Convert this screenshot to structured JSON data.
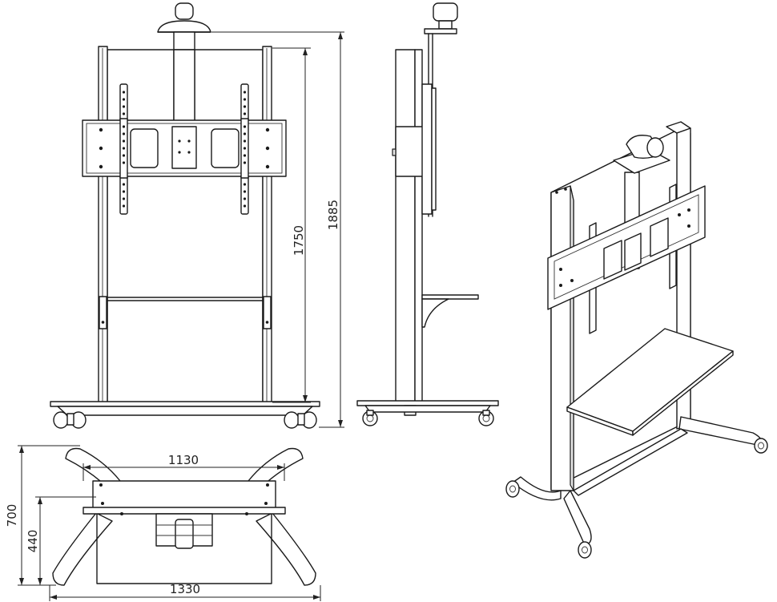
{
  "dimensions": {
    "height_total": "1885",
    "height_column": "1750",
    "base_width": "1330",
    "column_spacing": "1130",
    "base_depth": "700",
    "column_depth": "440"
  }
}
